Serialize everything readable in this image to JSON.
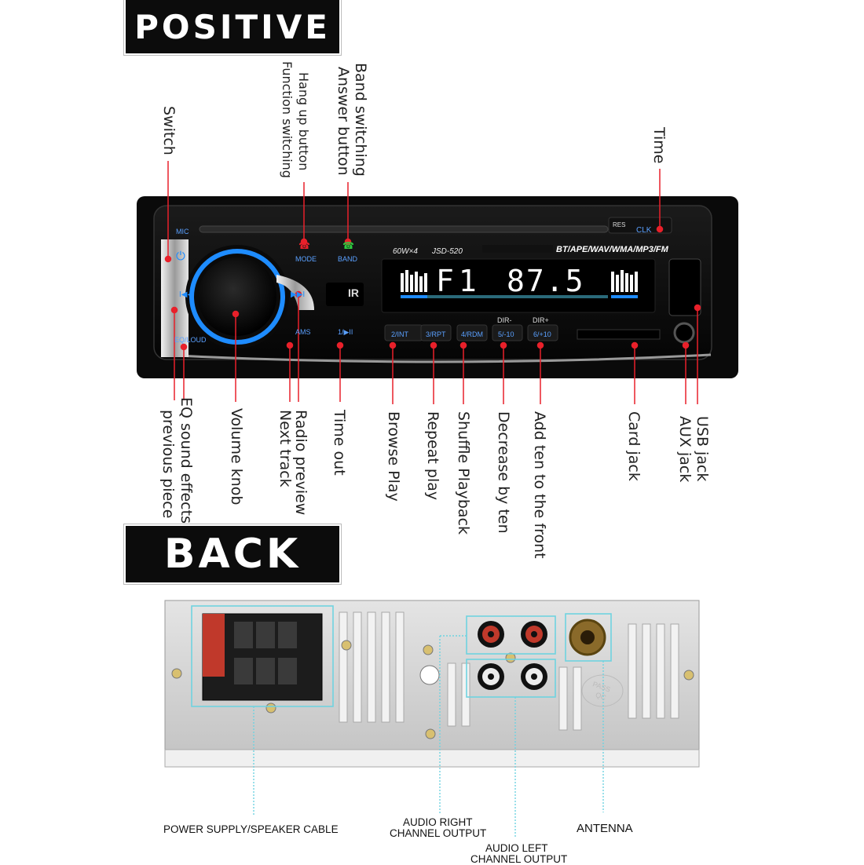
{
  "sections": {
    "positive": "POSITIVE",
    "back": "BACK"
  },
  "top_labels": {
    "switch": "Switch",
    "hang_up": "Hang up button",
    "function_switching": "Function switching",
    "band_switching": "Band switching",
    "answer_button": "Answer button",
    "time": "Time"
  },
  "bottom_labels": {
    "eq_sound": "EQ sound effects",
    "previous_piece": "previous piece",
    "volume_knob": "Volume knob",
    "radio_preview": "Radio preview",
    "next_track": "Next track",
    "time_out": "Time out",
    "browse_play": "Browse Play",
    "repeat_play": "Repeat play",
    "shuffle_playback": "Shuffle Playback",
    "decrease_by_ten": "Decrease by ten",
    "add_ten": "Add ten to the front",
    "card_jack": "Card jack",
    "usb_jack": "USB jack",
    "aux_jack": "AUX jack"
  },
  "radio": {
    "mic": "MIC",
    "mode": "MODE",
    "band": "BAND",
    "power_spec": "60W×4",
    "model": "JSD-520",
    "formats": "BT/APE/WAV/WMA/MP3/FM",
    "res": "RES",
    "clk": "CLK",
    "display_band": "F1",
    "display_freq": "87.5",
    "ams": "AMS",
    "play_pause": "1/▶II",
    "eq_loud": "EQ/LOUD",
    "prev_glyph": "I◀◀",
    "next_glyph": "▶▶I",
    "ir_glyph": "IR",
    "dir_minus": "DIR-",
    "dir_plus": "DIR+",
    "buttons": [
      "2/INT",
      "3/RPT",
      "4/RDM",
      "5/-10",
      "6/+10"
    ]
  },
  "back_labels": {
    "power_supply": "POWER SUPPLY/SPEAKER CABLE",
    "audio_right_1": "AUDIO RIGHT",
    "audio_right_2": "CHANNEL OUTPUT",
    "audio_left_1": "AUDIO LEFT",
    "audio_left_2": "CHANNEL OUTPUT",
    "antenna": "ANTENNA",
    "pass_stamp_1": "PASS",
    "pass_stamp_2": "QC"
  },
  "colors": {
    "callout": "#e8202a",
    "cyan": "#6fd3e0",
    "blue_ring": "#1e8cff",
    "display": "#ffffff"
  }
}
